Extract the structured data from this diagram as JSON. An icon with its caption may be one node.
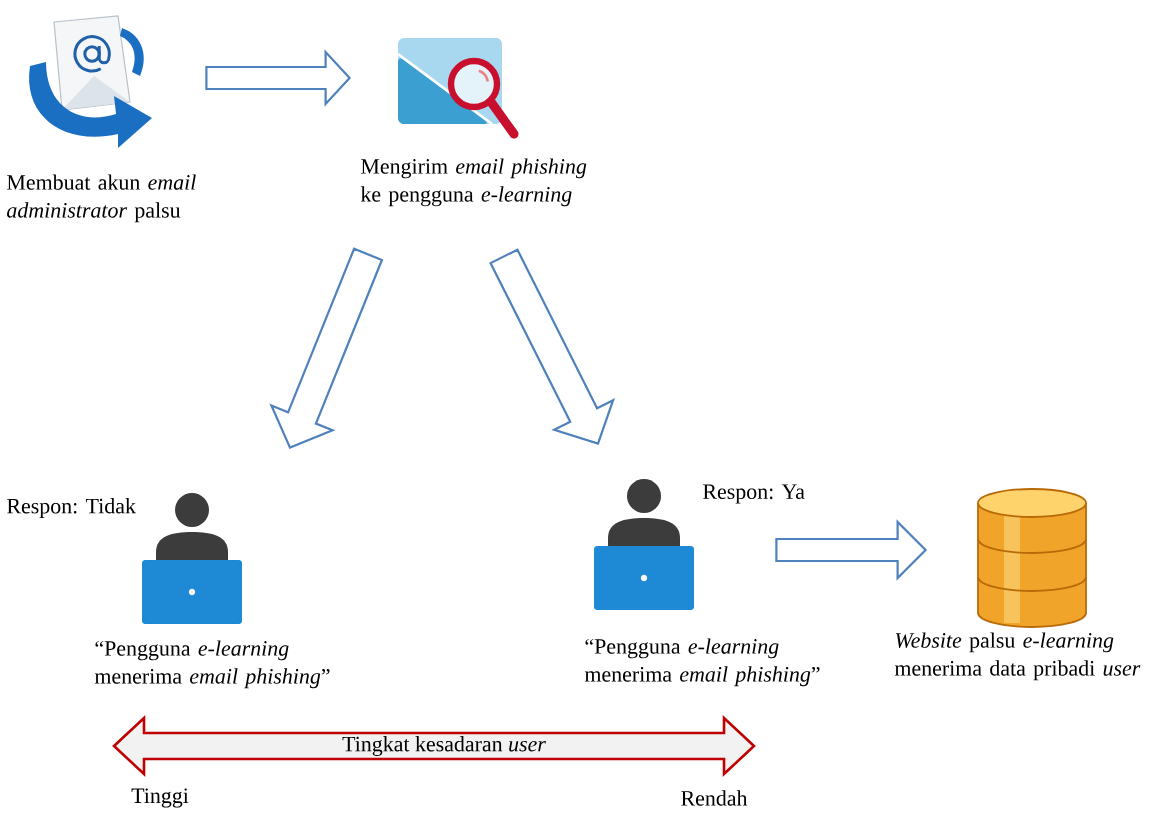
{
  "diagram": {
    "nodes": [
      {
        "text": [],
        "shape": "picture",
        "beside": [
          "Membuat akun *email administrator* palsu"
        ]
      },
      {
        "text": [],
        "shape": "picture",
        "beside": [
          "Mengirim *email phishing* ke pengguna *e-learning*"
        ]
      },
      {
        "text": [],
        "shape": "person",
        "beside": [
          "Respon: Tidak",
          "“Pengguna *e-learning* menerima *email phishing*”"
        ]
      },
      {
        "text": [],
        "shape": "person",
        "beside": [
          "Respon: Ya",
          "“Pengguna *e-learning* menerima *email phishing*”"
        ]
      },
      {
        "text": [],
        "shape": "cylinder",
        "beside": [
          "*Website* palsu *e-learning* menerima data pribadi *user*"
        ]
      }
    ],
    "edges": [
      {
        "from": 0,
        "to": 1,
        "arrow": "to"
      },
      {
        "from": 1,
        "to": 2,
        "arrow": "to"
      },
      {
        "from": 1,
        "to": 3,
        "arrow": "to"
      },
      {
        "from": 3,
        "to": 4,
        "arrow": "to"
      }
    ],
    "labels": [
      "Tingkat kesadaran *user*",
      "Tinggi",
      "Rendah"
    ]
  }
}
